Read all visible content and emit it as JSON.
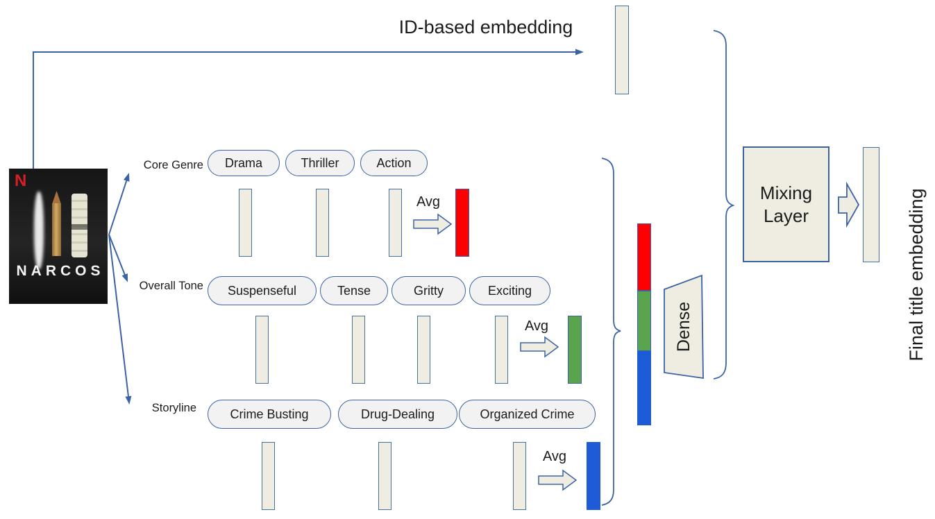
{
  "title_top": "ID-based embedding",
  "labels": {
    "avg": "Avg",
    "dense": "Dense",
    "mixing": "Mixing Layer",
    "final": "Final title embedding"
  },
  "poster": {
    "brand": "N",
    "title": "NARCOS"
  },
  "rows": [
    {
      "label": "Core Genre",
      "tags": [
        "Drama",
        "Thriller",
        "Action"
      ]
    },
    {
      "label": "Overall Tone",
      "tags": [
        "Suspenseful",
        "Tense",
        "Gritty",
        "Exciting"
      ]
    },
    {
      "label": "Storyline",
      "tags": [
        "Crime Busting",
        "Drug-Dealing",
        "Organized Crime"
      ]
    }
  ],
  "colors": {
    "line_blue": "#3a62a4",
    "panel_beige": "#efede1",
    "pill_gray": "#f2f2f2",
    "genre_avg_red": "#fe0000",
    "tone_avg_green": "#5ba44e",
    "storyline_avg_blue": "#1d5cd6",
    "netflix_red": "#d81f26"
  }
}
